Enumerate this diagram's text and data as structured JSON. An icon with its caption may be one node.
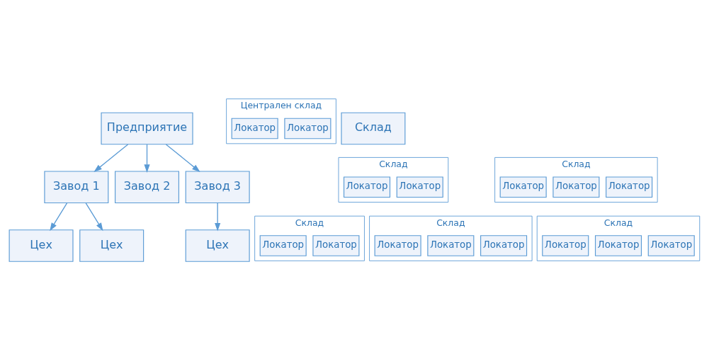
{
  "diagram": {
    "nodes": [
      {
        "text": [
          "Предприятие"
        ]
      },
      {
        "text": [
          "Централен склад"
        ]
      },
      {
        "text": [
          "Локатор"
        ],
        "in": 1
      },
      {
        "text": [
          "Локатор"
        ],
        "in": 1
      },
      {
        "text": [
          "Завод 1"
        ]
      },
      {
        "text": [
          "Склад"
        ]
      },
      {
        "text": [
          "Локатор"
        ],
        "in": 5
      },
      {
        "text": [
          "Локатор"
        ],
        "in": 5
      },
      {
        "text": [
          "Завод 2"
        ]
      },
      {
        "text": [
          "Склад"
        ]
      },
      {
        "text": [
          "Локатор"
        ],
        "in": 9
      },
      {
        "text": [
          "Локатор"
        ],
        "in": 9
      },
      {
        "text": [
          "Локатор"
        ],
        "in": 9
      },
      {
        "text": [
          "Завод 3"
        ]
      },
      {
        "text": [
          "Склад"
        ]
      },
      {
        "text": [
          "Цех"
        ]
      },
      {
        "text": [
          "Склад"
        ]
      },
      {
        "text": [
          "Локатор"
        ],
        "in": 16
      },
      {
        "text": [
          "Локатор"
        ],
        "in": 16
      },
      {
        "text": [
          "Цех"
        ]
      },
      {
        "text": [
          "Склад"
        ]
      },
      {
        "text": [
          "Локатор"
        ],
        "in": 20
      },
      {
        "text": [
          "Локатор"
        ],
        "in": 20
      },
      {
        "text": [
          "Локатор"
        ],
        "in": 20
      },
      {
        "text": [
          "Цех"
        ]
      },
      {
        "text": [
          "Склад"
        ]
      },
      {
        "text": [
          "Локатор"
        ],
        "in": 25
      },
      {
        "text": [
          "Локатор"
        ],
        "in": 25
      },
      {
        "text": [
          "Локатор"
        ],
        "in": 25
      }
    ],
    "edges": [
      {
        "from": 0,
        "to": 4,
        "arrow": "to"
      },
      {
        "from": 0,
        "to": 8,
        "arrow": "to"
      },
      {
        "from": 0,
        "to": 13,
        "arrow": "to"
      },
      {
        "from": 4,
        "to": 15,
        "arrow": "to"
      },
      {
        "from": 4,
        "to": 19,
        "arrow": "to"
      },
      {
        "from": 13,
        "to": 24,
        "arrow": "to"
      }
    ]
  }
}
